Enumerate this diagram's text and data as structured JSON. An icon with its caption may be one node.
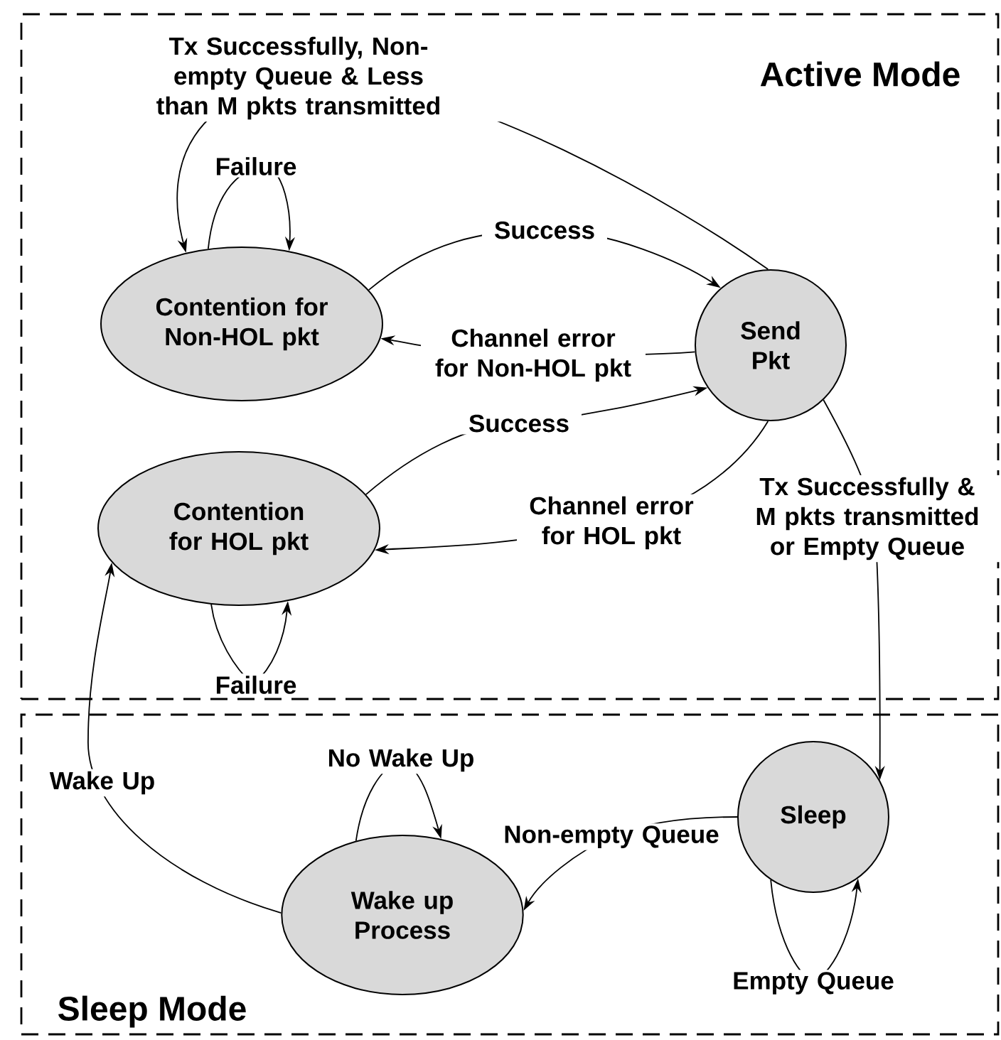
{
  "diagram": {
    "nodes": [
      {
        "text": [
          "Active Mode"
        ]
      },
      {
        "text": [
          "Contention for Non-HOL pkt"
        ],
        "in": 0
      },
      {
        "text": [
          "Send Pkt"
        ],
        "in": 0
      },
      {
        "text": [
          "Contention for HOL pkt"
        ],
        "in": 0
      },
      {
        "text": [
          "Sleep Mode"
        ]
      },
      {
        "text": [
          "Sleep"
        ],
        "in": 4
      },
      {
        "text": [
          "Wake up Process"
        ],
        "in": 4
      }
    ],
    "edges": [
      {
        "from": 2,
        "to": 1,
        "arrow": "to",
        "label": "Tx Successfully, Non-empty Queue & Less than M pkts transmitted"
      },
      {
        "from": 1,
        "to": 1,
        "arrow": "to",
        "label": "Failure"
      },
      {
        "from": 1,
        "to": 2,
        "arrow": "to",
        "label": "Success"
      },
      {
        "from": 2,
        "to": 1,
        "arrow": "to",
        "label": "Channel error for Non-HOL pkt"
      },
      {
        "from": 3,
        "to": 2,
        "arrow": "to",
        "label": "Success"
      },
      {
        "from": 2,
        "to": 3,
        "arrow": "to",
        "label": "Channel error for HOL pkt"
      },
      {
        "from": 3,
        "to": 3,
        "arrow": "to",
        "label": "Failure"
      },
      {
        "from": 2,
        "to": 5,
        "arrow": "to",
        "label": "Tx Successfully & M pkts transmitted or Empty Queue"
      },
      {
        "from": 6,
        "to": 3,
        "arrow": "to",
        "label": "Wake Up"
      },
      {
        "from": 6,
        "to": 6,
        "arrow": "to",
        "label": "No Wake Up"
      },
      {
        "from": 5,
        "to": 6,
        "arrow": "to",
        "label": "Non-empty Queue"
      },
      {
        "from": 5,
        "to": 5,
        "arrow": "to",
        "label": "Empty Queue"
      }
    ]
  }
}
